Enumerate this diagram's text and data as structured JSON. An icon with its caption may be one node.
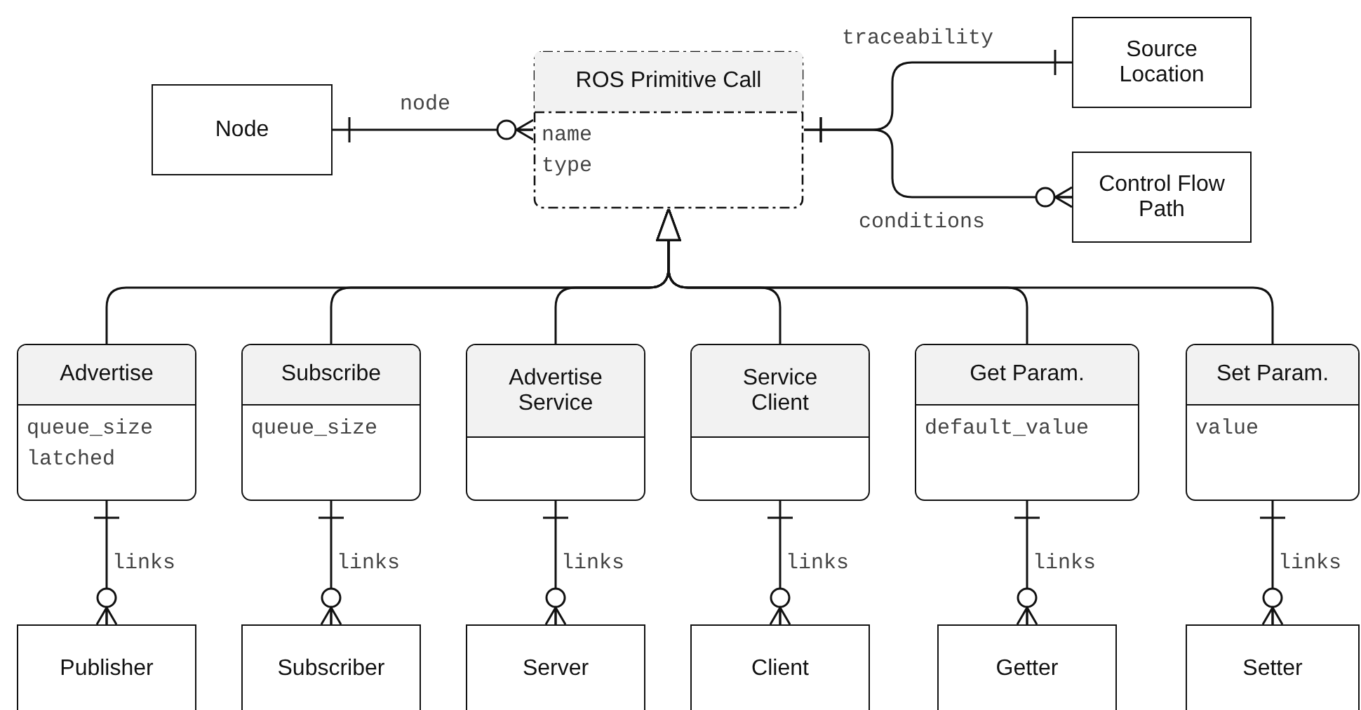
{
  "diagram": {
    "nodes": [
      {
        "text": [
          "Node"
        ]
      },
      {
        "text": [
          "ROS Primitive Call",
          "name",
          "type"
        ]
      },
      {
        "text": [
          "Source Location"
        ]
      },
      {
        "text": [
          "Control Flow Path"
        ]
      },
      {
        "text": [
          "Advertise",
          "queue_size",
          "latched"
        ]
      },
      {
        "text": [
          "Subscribe",
          "queue_size"
        ]
      },
      {
        "text": [
          "Advertise Service"
        ]
      },
      {
        "text": [
          "Service Client"
        ]
      },
      {
        "text": [
          "Get Param.",
          "default_value"
        ]
      },
      {
        "text": [
          "Set Param.",
          "value"
        ]
      },
      {
        "text": [
          "Publisher"
        ]
      },
      {
        "text": [
          "Subscriber"
        ]
      },
      {
        "text": [
          "Server"
        ]
      },
      {
        "text": [
          "Client"
        ]
      },
      {
        "text": [
          "Getter"
        ]
      },
      {
        "text": [
          "Setter"
        ]
      }
    ],
    "edges": [
      {
        "from": 0,
        "to": 1,
        "arrow": "other",
        "label": "node"
      },
      {
        "from": 1,
        "to": 2,
        "arrow": "other",
        "label": "traceability"
      },
      {
        "from": 1,
        "to": 3,
        "arrow": "other",
        "label": "conditions"
      },
      {
        "from": 4,
        "to": 1,
        "arrow": "to"
      },
      {
        "from": 5,
        "to": 1,
        "arrow": "to"
      },
      {
        "from": 6,
        "to": 1,
        "arrow": "to"
      },
      {
        "from": 7,
        "to": 1,
        "arrow": "to"
      },
      {
        "from": 8,
        "to": 1,
        "arrow": "to"
      },
      {
        "from": 9,
        "to": 1,
        "arrow": "to"
      },
      {
        "from": 4,
        "to": 10,
        "arrow": "other",
        "label": "links"
      },
      {
        "from": 5,
        "to": 11,
        "arrow": "other",
        "label": "links"
      },
      {
        "from": 6,
        "to": 12,
        "arrow": "other",
        "label": "links"
      },
      {
        "from": 7,
        "to": 13,
        "arrow": "other",
        "label": "links"
      },
      {
        "from": 8,
        "to": 14,
        "arrow": "other",
        "label": "links"
      },
      {
        "from": 9,
        "to": 15,
        "arrow": "other",
        "label": "links"
      }
    ]
  }
}
